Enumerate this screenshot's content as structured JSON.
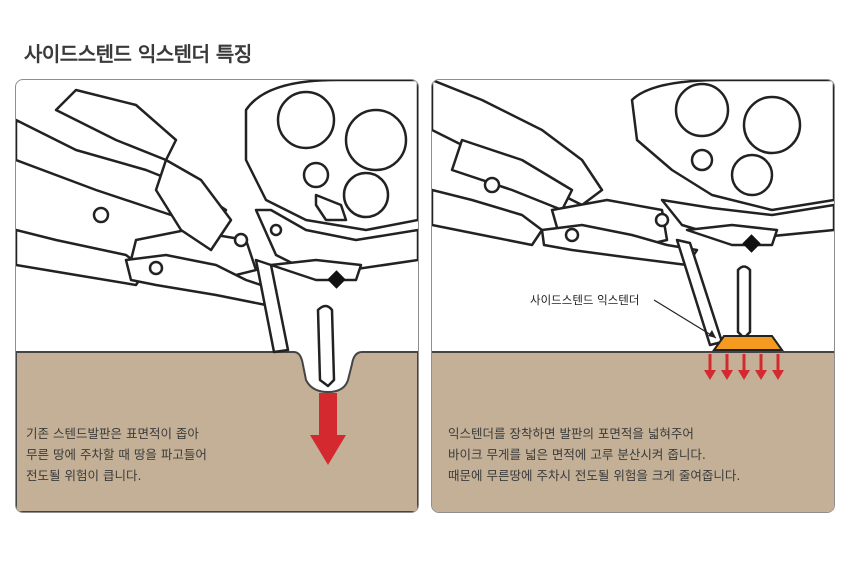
{
  "title": "사이드스텐드 익스텐더 특징",
  "colors": {
    "ground": "#c3b097",
    "arrow": "#d42a2f",
    "extender": "#f39a1f",
    "outline": "#222222",
    "panel_border": "#8e8e8e"
  },
  "panels": [
    {
      "caption_lines": [
        "기존 스텐드발판은 표면적이 좁아",
        "무른 땅에 주차할 때 땅을 파고들어",
        "전도될 위험이 큽니다."
      ]
    },
    {
      "callout_label": "사이드스텐드 익스텐더",
      "caption_lines": [
        "익스텐더를 장착하면 발판의 포면적을 넓혀주어",
        "바이크 무게를 넓은 면적에 고루 분산시켜 줍니다.",
        "때문에 무른땅에 주차시 전도될 위험을 크게 줄여줍니다."
      ]
    }
  ]
}
